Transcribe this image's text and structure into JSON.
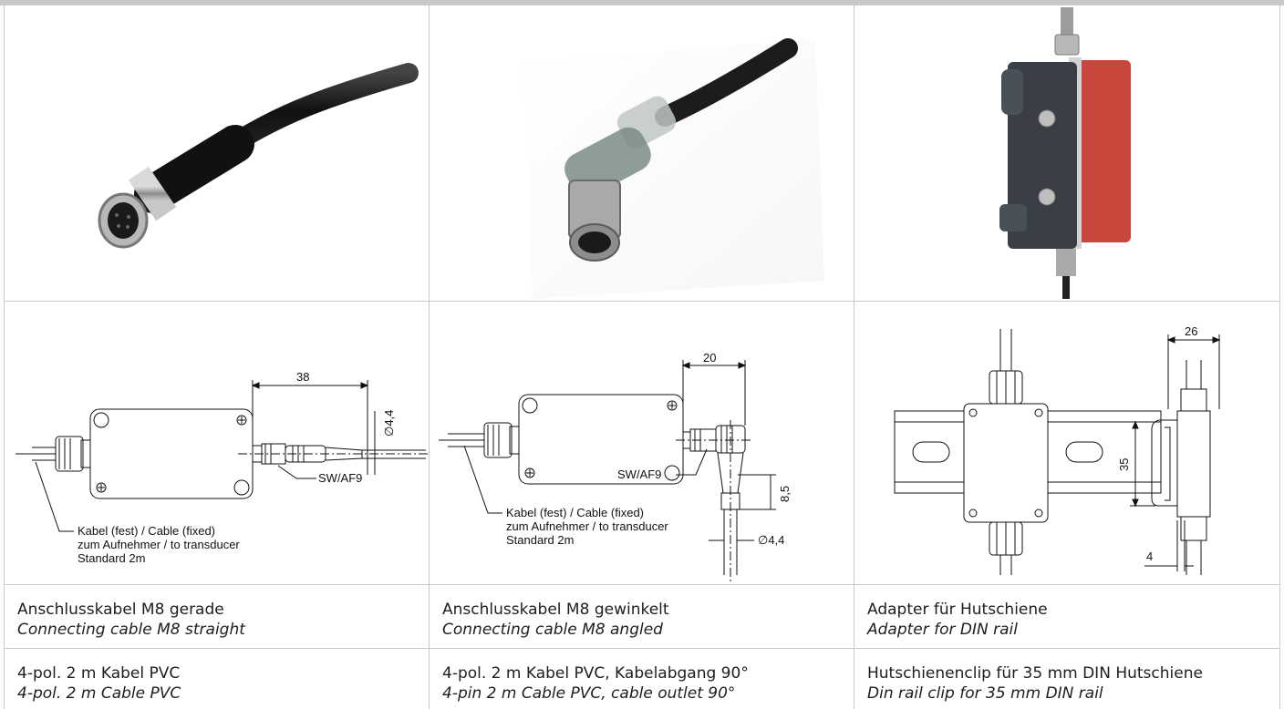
{
  "products": [
    {
      "title_de": "Anschlusskabel M8 gerade",
      "title_en": "Connecting cable M8 straight",
      "desc_de": "4-pol. 2 m Kabel PVC",
      "desc_en": "4-pol. 2 m Cable PVC",
      "drawing": {
        "dim_length": "38",
        "dim_diameter": "∅4,4",
        "wrench": "SW/AF9",
        "cable_line1": "Kabel (fest) / Cable (fixed)",
        "cable_line2": "zum Aufnehmer / to transducer",
        "cable_line3": "Standard 2m"
      }
    },
    {
      "title_de": "Anschlusskabel M8 gewinkelt",
      "title_en": "Connecting cable M8 angled",
      "desc_de": "4-pol. 2 m Kabel PVC, Kabelabgang 90°",
      "desc_en": "4-pin 2 m Cable PVC, cable outlet 90°",
      "drawing": {
        "dim_width": "20",
        "dim_height": "8,5",
        "dim_diameter": "∅4,4",
        "wrench": "SW/AF9",
        "cable_line1": "Kabel (fest) / Cable (fixed)",
        "cable_line2": "zum Aufnehmer / to transducer",
        "cable_line3": "Standard 2m"
      }
    },
    {
      "title_de": "Adapter für Hutschiene",
      "title_en": "Adapter for DIN rail",
      "desc_de": "Hutschienenclip für 35 mm DIN Hutschiene",
      "desc_en": "Din rail clip for 35 mm DIN rail",
      "drawing": {
        "dim_depth": "26",
        "dim_rail": "35",
        "dim_offset": "4"
      }
    }
  ],
  "colors": {
    "border": "#c9c9cb",
    "adapter_red": "#c8463c",
    "plastic_dark": "#3a3f46"
  }
}
